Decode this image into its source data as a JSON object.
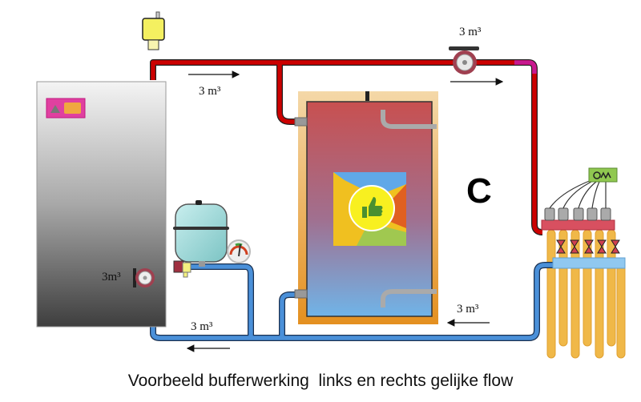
{
  "labels": {
    "flow_top_left": "3 m³",
    "flow_pump_top": "3 m³",
    "flow_boiler_pump": "3m³",
    "flow_bottom_left": "3 m³",
    "flow_bottom_right": "3 m³",
    "scenario_letter": "C",
    "caption": "Voorbeeld bufferwerking  links en rechts gelijke flow"
  },
  "colors": {
    "supply_pipe": "#cc0000",
    "return_pipe": "#4a90d9",
    "pump_body": "#a04050",
    "tank_hot": "#c85050",
    "tank_cold": "#70b4e8"
  },
  "icons": [
    "air-vent-icon",
    "boiler-icon",
    "pump-icon",
    "buffer-tank-icon",
    "thumbs-up-icon",
    "expansion-vessel-icon",
    "pressure-gauge-icon",
    "manifold-icon",
    "floor-heating-loops-icon",
    "controller-icon"
  ]
}
